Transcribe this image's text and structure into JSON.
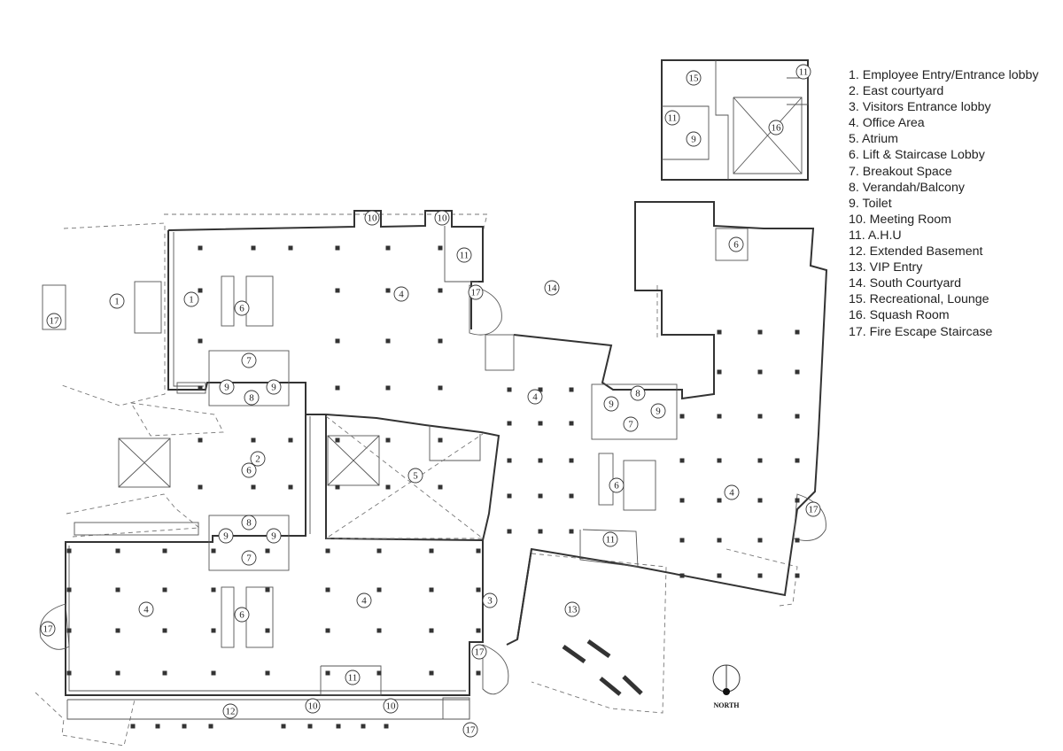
{
  "legend": [
    "1.  Employee Entry/Entrance lobby",
    "2.  East courtyard",
    "3.  Visitors Entrance lobby",
    "4.  Office Area",
    "5.  Atrium",
    "6.  Lift & Staircase Lobby",
    "7.  Breakout Space",
    "8.  Verandah/Balcony",
    "9.  Toilet",
    "10. Meeting Room",
    "11.  A.H.U",
    "12. Extended Basement",
    "13. VIP Entry",
    "14. South Courtyard",
    "15. Recreational, Lounge",
    "16. Squash Room",
    "17. Fire Escape Staircase"
  ],
  "north_label": "NORTH",
  "room_tags": [
    "1",
    "1",
    "2",
    "3",
    "4",
    "4",
    "4",
    "4",
    "4",
    "5",
    "6",
    "6",
    "6",
    "6",
    "6",
    "7",
    "7",
    "7",
    "8",
    "8",
    "8",
    "9",
    "9",
    "9",
    "9",
    "9",
    "9",
    "9",
    "10",
    "10",
    "10",
    "10",
    "11",
    "11",
    "11",
    "11",
    "11",
    "12",
    "13",
    "14",
    "15",
    "16",
    "17",
    "17",
    "17",
    "17",
    "17",
    "17"
  ]
}
